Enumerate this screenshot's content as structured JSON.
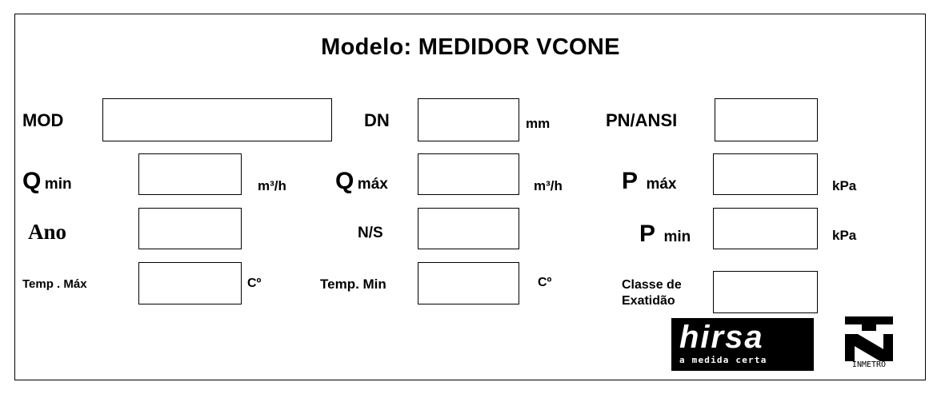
{
  "title": "Modelo: MEDIDOR VCONE",
  "row1": {
    "mod_label": "MOD",
    "dn_label": "DN",
    "dn_unit": "mm",
    "pn_label": "PN/ANSI"
  },
  "row2": {
    "qmin_symbol": "Q",
    "qmin_sub": "min",
    "qmin_unit": "m³/h",
    "qmax_symbol": "Q",
    "qmax_sub": "máx",
    "qmax_unit": "m³/h",
    "pmax_symbol": "P",
    "pmax_sub": "máx",
    "pmax_unit": "kPa"
  },
  "row3": {
    "ano_label": "Ano",
    "ns_label": "N/S",
    "pmin_symbol": "P",
    "pmin_sub": "min",
    "pmin_unit": "kPa"
  },
  "row4": {
    "tmax_label": "Temp . Máx",
    "tmax_unit": "Cº",
    "tmin_label": "Temp. Min",
    "tmin_unit": "Cº",
    "classe_line1": "Classe de",
    "classe_line2": "Exatidão"
  },
  "logos": {
    "hirsa_word": "hirsa",
    "hirsa_tagline": "a medida certa",
    "inmetro_text": "INMETRO"
  },
  "colors": {
    "ink": "#000000",
    "paper": "#ffffff"
  }
}
